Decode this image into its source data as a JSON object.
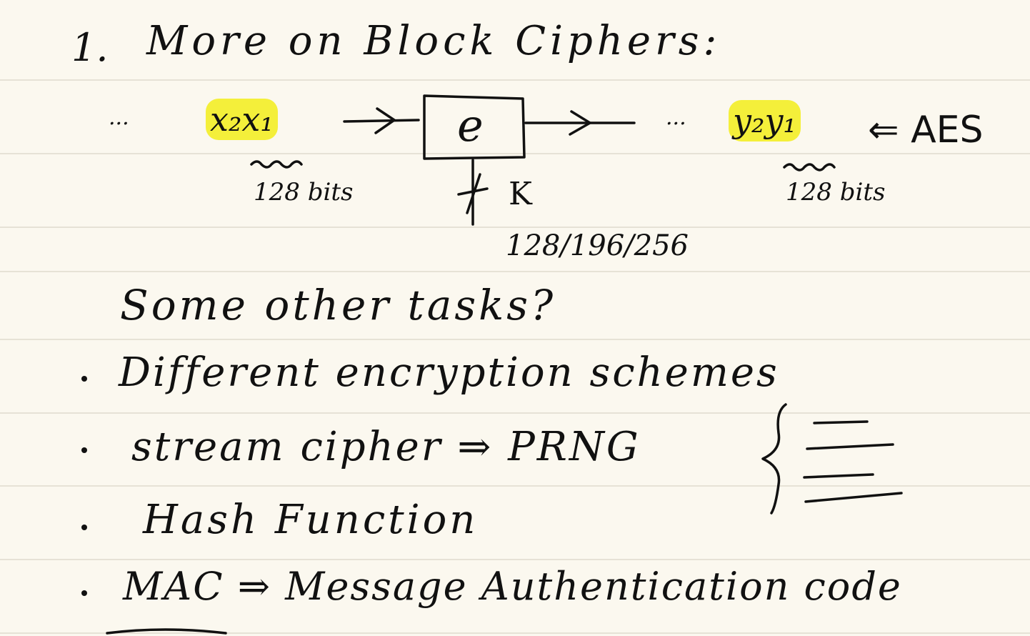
{
  "heading": {
    "number": "1.",
    "text": "More on Block Ciphers:"
  },
  "diagram": {
    "input_dots": "...",
    "input_x2": "x₂",
    "input_x1": "x₁",
    "input_size": "128 bits",
    "box_label": "e",
    "key_label": "K",
    "key_sizes": "128/196/256",
    "output_dots": "...",
    "output_y2": "y₂",
    "output_y1": "y₁",
    "cipher_name": "⇐ AES",
    "output_size": "128 bits"
  },
  "question": "Some other tasks?",
  "tasks": [
    {
      "text": "Different encryption schemes"
    },
    {
      "text": "stream cipher ⇒ PRNG"
    },
    {
      "text": "Hash Function"
    },
    {
      "text": "MAC ⇒ Message Authentication code"
    }
  ],
  "colors": {
    "paper": "#fbf8ef",
    "highlight": "#f4ef3a",
    "ink": "#111111",
    "rule": "#d9d4c7"
  }
}
